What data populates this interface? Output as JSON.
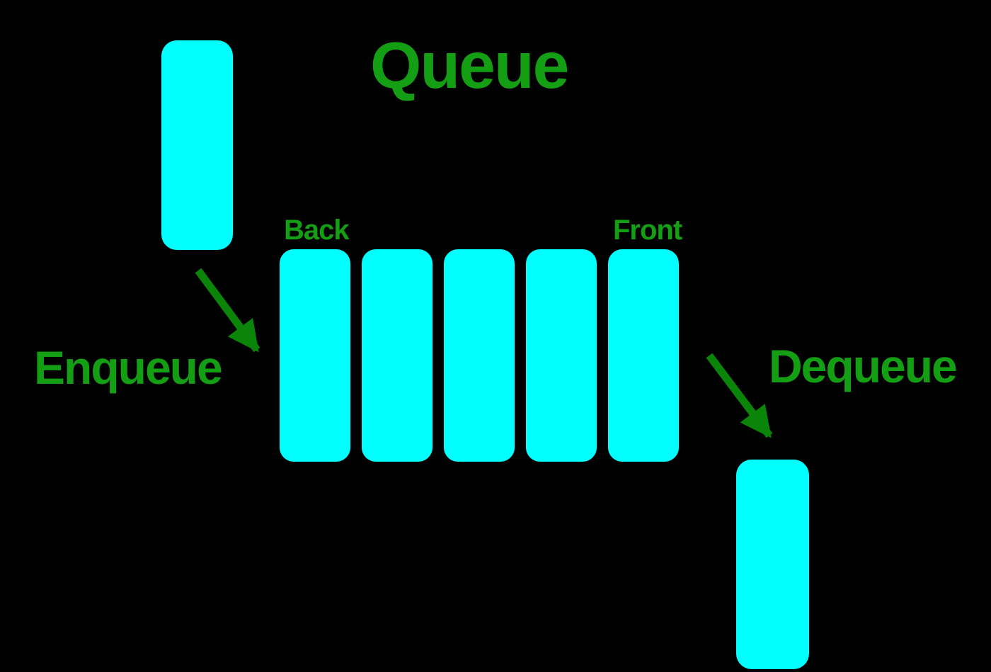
{
  "title": "Queue",
  "labels": {
    "back": "Back",
    "front": "Front",
    "enqueue": "Enqueue",
    "dequeue": "Dequeue"
  },
  "queue": {
    "cell_count": 5,
    "cells": [
      "",
      "",
      "",
      "",
      ""
    ]
  },
  "items": {
    "incoming": "",
    "outgoing": ""
  },
  "icons": {
    "enqueue_arrow": "down-right-arrow",
    "dequeue_arrow": "down-right-arrow"
  },
  "colors": {
    "background": "#000000",
    "cell_cyan": "#00ffff",
    "text_green": "#149e14",
    "arrow_green": "#0a850a"
  }
}
